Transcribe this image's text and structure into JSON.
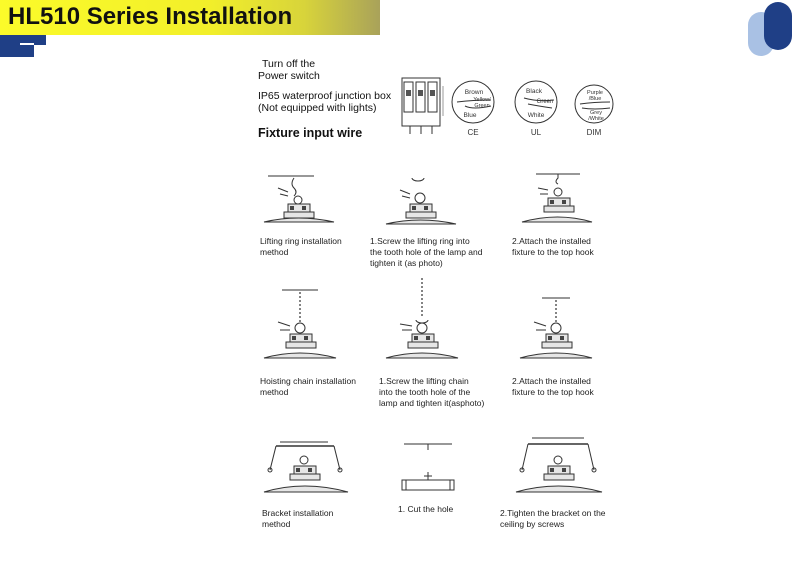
{
  "header": {
    "title": "HL510 Series Installation"
  },
  "top": {
    "step1_line1": "Turn off  the",
    "step1_line2": "Power switch",
    "step2_line1": "IP65 waterproof junction box",
    "step2_line2": "(Not equipped with lights)",
    "fixture_label": "Fixture input wire"
  },
  "wiring": [
    {
      "code": "CE",
      "wire1": "Brown",
      "wire2": "Yellow/ Green",
      "wire3": "Blue"
    },
    {
      "code": "UL",
      "wire1": "Black",
      "wire2": "Green",
      "wire3": "White"
    },
    {
      "code": "DIM",
      "wire1": "Purple /Blue",
      "wire2": "Grey /White",
      "wire3": ""
    }
  ],
  "captions": {
    "row1": [
      {
        "line1": "Lifting ring installation",
        "line2": "method",
        "line3": ""
      },
      {
        "line1": "1.Screw the lifting ring into",
        "line2": "the tooth hole of the lamp and",
        "line3": "tighten it (as photo)"
      },
      {
        "line1": "2.Attach the installed",
        "line2": "fixture to the top hook",
        "line3": ""
      }
    ],
    "row2": [
      {
        "line1": "Hoisting chain installation",
        "line2": "method",
        "line3": ""
      },
      {
        "line1": "1.Screw the lifting chain",
        "line2": "into the tooth hole  of the",
        "line3": "lamp and tighten it(asphoto)"
      },
      {
        "line1": "2.Attach the installed",
        "line2": "fixture to the top hook",
        "line3": ""
      }
    ],
    "row3": [
      {
        "line1": "Bracket installation",
        "line2": "method",
        "line3": ""
      },
      {
        "line1": "1. Cut the hole",
        "line2": "",
        "line3": ""
      },
      {
        "line1": "2.Tighten the bracket on the",
        "line2": "ceiling by screws",
        "line3": ""
      }
    ]
  },
  "colors": {
    "title_bg": "#f5f22a",
    "accent_blue": "#1f3f86",
    "logo_light": "#a9c1e4",
    "logo_mid": "#8eaedc"
  }
}
